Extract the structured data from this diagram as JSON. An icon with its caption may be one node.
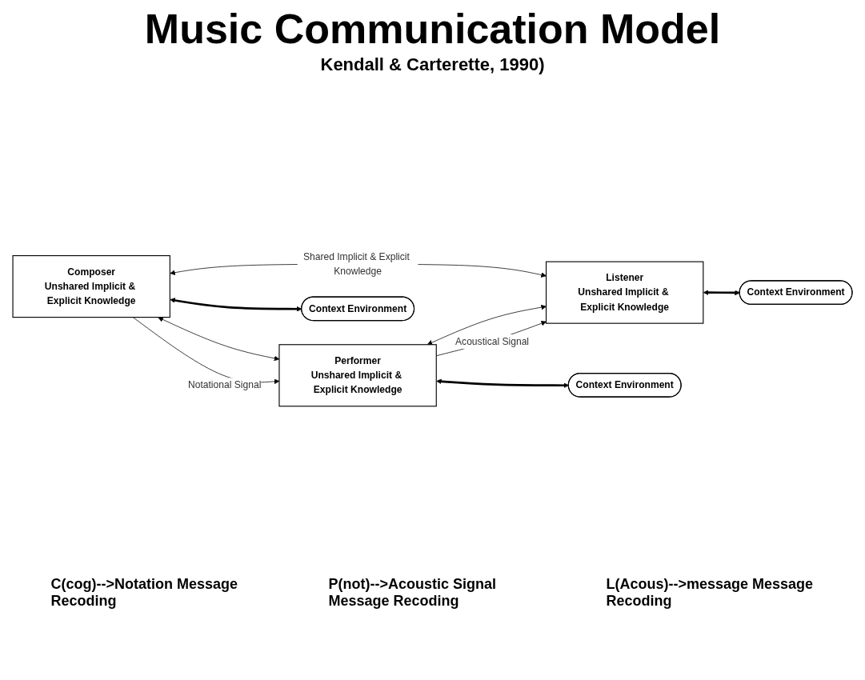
{
  "diagram": {
    "title": "Music Communication Model",
    "caption": "Kendall & Carterette, 1990)",
    "nodes": [
      {
        "text": [
          "Composer",
          "Unshared Implicit & Explicit Knowledge"
        ]
      },
      {
        "text": [
          "Performer",
          "Unshared Implicit & Explicit Knowledge"
        ]
      },
      {
        "text": [
          "Listener",
          "Unshared Implicit & Explicit Knowledge"
        ]
      },
      {
        "text": [
          "Context Environment"
        ]
      },
      {
        "text": [
          "Context Environment"
        ]
      },
      {
        "text": [
          "Context Environment"
        ]
      }
    ],
    "edges": [
      {
        "from": 0,
        "to": 2,
        "arrow": "both",
        "label": "Shared Implicit & Explicit Knowledge"
      },
      {
        "from": 0,
        "to": 1,
        "arrow": "both"
      },
      {
        "from": 1,
        "to": 2,
        "arrow": "both"
      },
      {
        "from": 0,
        "to": 1,
        "arrow": "to",
        "label": "Notational Signal"
      },
      {
        "from": 1,
        "to": 2,
        "arrow": "to",
        "label": "Acoustical Signal"
      },
      {
        "from": 0,
        "to": 3,
        "arrow": "both",
        "style": "thick"
      },
      {
        "from": 1,
        "to": 4,
        "arrow": "both",
        "style": "thick"
      },
      {
        "from": 2,
        "to": 5,
        "arrow": "both",
        "style": "thick"
      }
    ],
    "labels": [
      "C(cog)-->Notation Message Recoding",
      "P(not)-->Acoustic Signal Message Recoding",
      "L(Acous)-->message Message Recoding"
    ]
  }
}
